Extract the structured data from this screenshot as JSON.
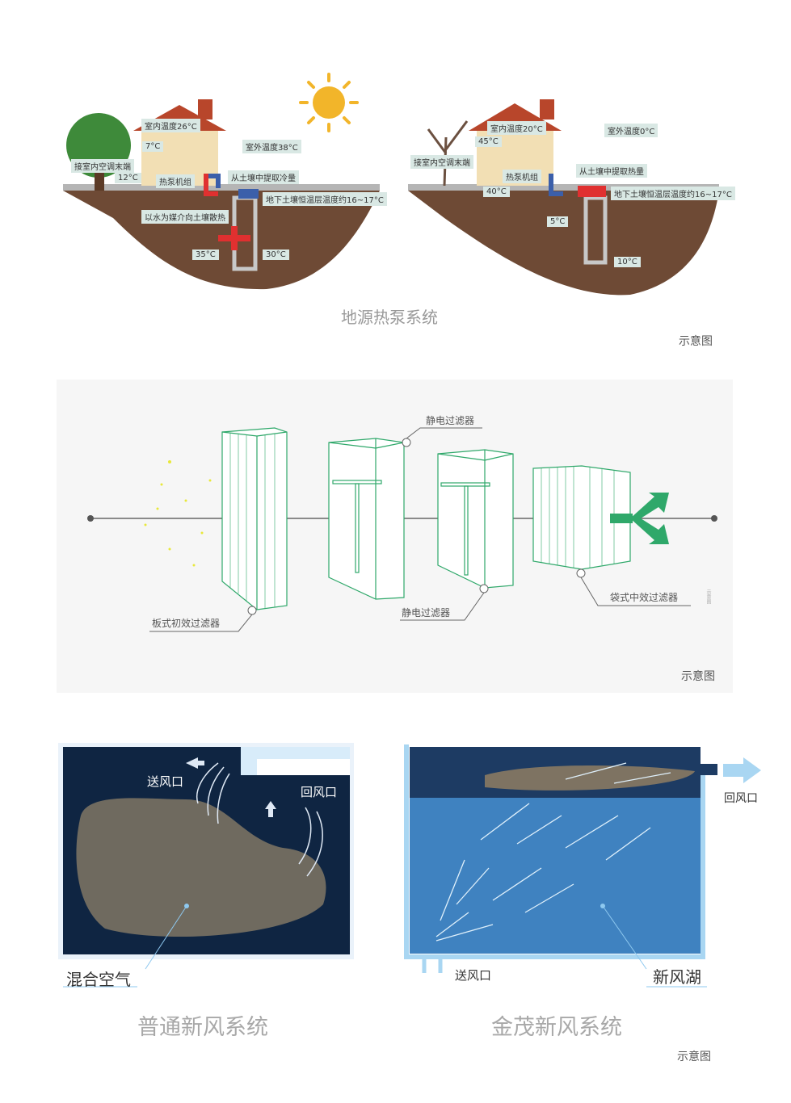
{
  "geothermal": {
    "title": "地源热泵系统",
    "note": "示意图",
    "summer": {
      "indoor": "室内温度26°C",
      "outdoor": "室外温度38°C",
      "supply": "7°C",
      "return": "12°C",
      "terminal": "接室内空调末端",
      "unit": "热泵机组",
      "extract": "从土壤中提取冷量",
      "ground": "地下土壤恒温层温度约16~17°C",
      "dissipate": "以水为媒介向土壤散热",
      "t_out": "35°C",
      "t_in": "30°C"
    },
    "winter": {
      "indoor": "室内温度20°C",
      "outdoor": "室外温度0°C",
      "supply": "45°C",
      "return": "40°C",
      "terminal": "接室内空调末端",
      "unit": "热泵机组",
      "extract": "从土壤中提取热量",
      "ground": "地下土壤恒温层温度约16~17°C",
      "t_out": "5°C",
      "t_in": "10°C"
    }
  },
  "filters": {
    "note": "示意图",
    "side_note": "示意图",
    "primary": "板式初效过滤器",
    "electrostatic_top": "静电过滤器",
    "electrostatic_bottom": "静电过滤器",
    "bag": "袋式中效过滤器",
    "colors": {
      "frame": "#2fa86a",
      "particles": "#e8e83a"
    }
  },
  "ventilation": {
    "note": "示意图",
    "ordinary": {
      "title": "普通新风系统",
      "supply": "送风口",
      "return": "回风口",
      "mixed": "混合空气"
    },
    "jinmao": {
      "title": "金茂新风系统",
      "supply": "送风口",
      "return": "回风口",
      "lake": "新风湖"
    }
  }
}
